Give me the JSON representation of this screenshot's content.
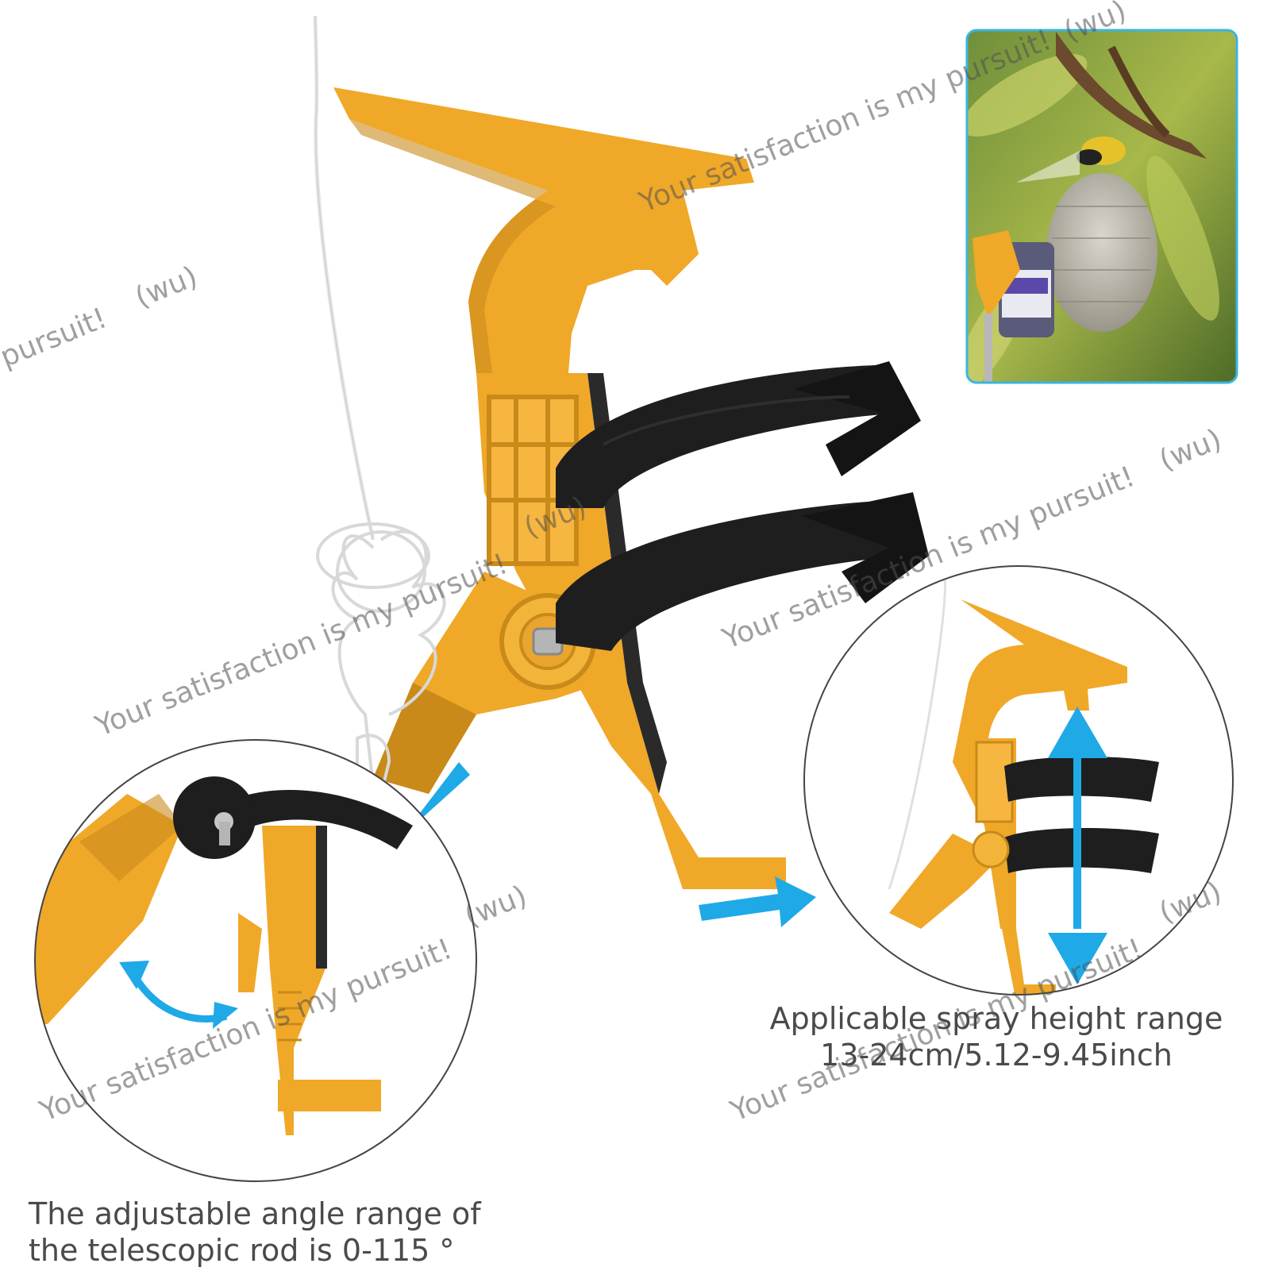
{
  "captions": {
    "angle_line1": "The adjustable angle range of",
    "angle_line2": "the telescopic rod is 0-115 °",
    "height_line1": "Applicable spray height range",
    "height_line2": "13-24cm/5.12-9.45inch"
  },
  "watermarks": {
    "main": "Your satisfaction is my pursuit!",
    "short": "pursuit!",
    "tag": "(wu)"
  },
  "colors": {
    "holder_yellow": "#f0a828",
    "holder_shadow": "#c98a1a",
    "strap_black": "#1e1e1e",
    "arrow_blue": "#1fa9e6",
    "inset_border": "#3bb5e0",
    "circle_border": "#444444"
  },
  "icons": {
    "angle_arrow": "curved-double-arrow-icon",
    "height_arrow": "vertical-double-arrow-icon",
    "pointer_arrow": "blue-pointer-arrow-icon"
  }
}
